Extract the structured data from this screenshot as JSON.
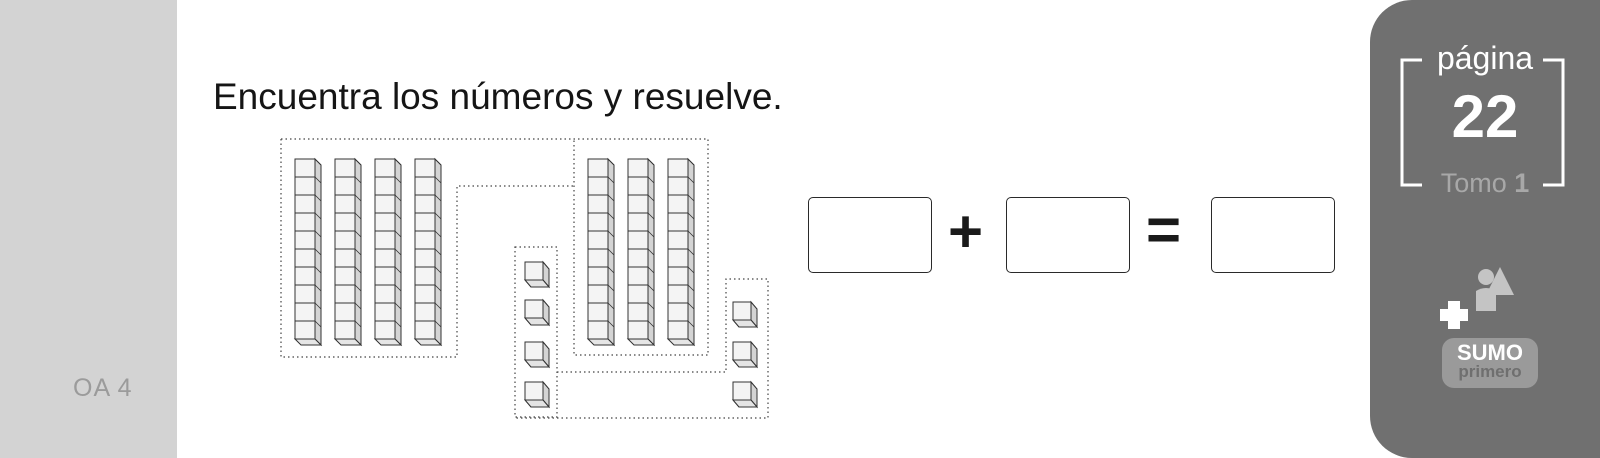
{
  "sidebar": {
    "oa_label": "OA 4"
  },
  "exercise": {
    "instruction": "Encuentra los números y resuelve.",
    "plus_sign": "+",
    "equals_sign": "="
  },
  "page_badge": {
    "word": "página",
    "number": "22",
    "tomo_word": "Tomo",
    "tomo_number": "1"
  },
  "logo": {
    "line1": "SUMO",
    "line2": "primero"
  },
  "colors": {
    "left_band": "#d3d3d3",
    "right_panel": "#707070",
    "text": "#151515"
  }
}
